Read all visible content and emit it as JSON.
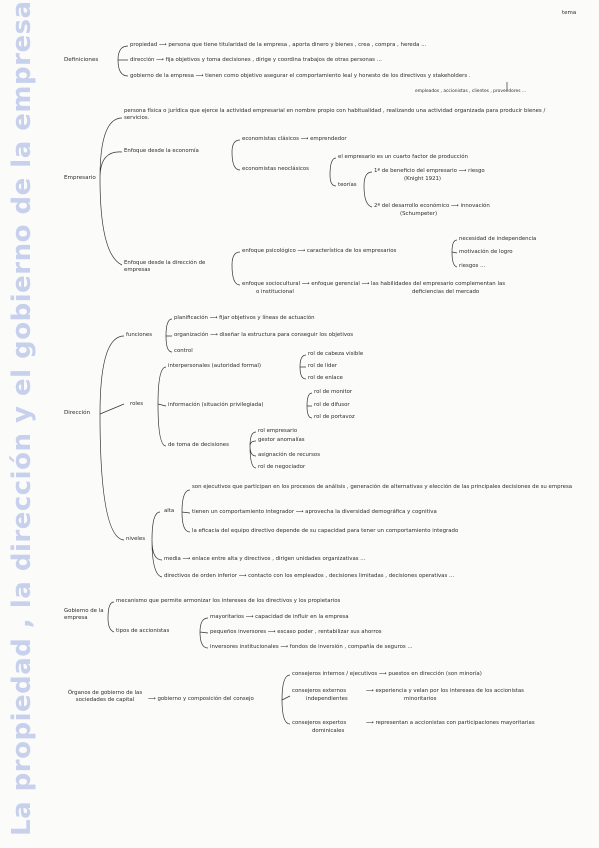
{
  "title": "La propiedad , la dirección y el gobierno de la empresa",
  "tag": "tema",
  "sections": {
    "definiciones": {
      "label": "Definiciones",
      "propiedad": "propiedad ⟶ persona que tiene titularidad de la empresa , aporta dinero y bienes , crea , compra , hereda ...",
      "direccion": "dirección ⟶ fija objetivos y toma decisiones , dirige y coordina trabajos de otras personas ...",
      "gobierno": "gobierno de la empresa ⟶ tienen como objetivo asegurar el comportamiento leal y honesto de los directivos y stakeholders .",
      "stakeholders_note": "empleados , accionistas , clientes , proveedores ..."
    },
    "empresario": {
      "label": "Empresario",
      "definicion": "persona física o jurídica que ejerce la actividad empresarial en nombre propio con habitualidad , realizando una actividad organizada para producir bienes / servicios.",
      "enfoque_economia": "Enfoque desde la economía",
      "clasico": "economistas clásicos ⟶ emprendedor",
      "neoclasicos": "economistas neoclásicos",
      "cuarto_factor": "el empresario es un cuarto factor de producción",
      "teorias": "teorías",
      "knight": "1ª de beneficio del empresario ⟶ riesgo",
      "knight_ref": "(Knight 1921)",
      "schumpeter": "2ª del desarrollo económico ⟶ innovación",
      "schumpeter_ref": "(Schumpeter)",
      "enfoque_direccion": "Enfoque desde la dirección de empresas",
      "psicologico": "enfoque psicológico ⟶ característica de los empresarios",
      "necesidad": "necesidad de independencia",
      "motivacion": "motivación de logro",
      "riesgos": "riesgos ...",
      "sociocultural": "enfoque sociocultural ⟶ enfoque gerencial ⟶ las habilidades del empresario complementan las",
      "sociocultural_2": "o institucional",
      "deficiencias": "deficiencias del mercado"
    },
    "direccion": {
      "label": "Dirección",
      "funciones": "funciones",
      "planificacion": "planificación ⟶ fijar objetivos y líneas de actuación",
      "organizacion": "organización ⟶ diseñar la estructura para conseguir los objetivos",
      "control": "control",
      "roles": "roles",
      "interpersonales": "interpersonales (autoridad formal)",
      "cabeza": "rol de cabeza visible",
      "lider": "rol de líder",
      "enlace": "rol de enlace",
      "informacion": "información (situación privilegiada)",
      "monitor": "rol de monitor",
      "difusor": "rol de difusor",
      "portavoz": "rol de portavoz",
      "decisiones": "de toma de decisiones",
      "rol_empresario": "rol empresario",
      "gestor": "gestor anomalías",
      "asignacion": "asignación de recursos",
      "negociador": "rol de negociador",
      "niveles": "niveles",
      "alta": "alta",
      "alta_1": "son ejecutivos que participan en los procesos de análisis , generación de alternativas y elección de las principales decisiones de su empresa",
      "alta_2": "tienen un comportamiento integrador ⟶ aprovecha la diversidad demográfica y cognitiva",
      "alta_3": "la eficacia del equipo directivo depende de su capacidad para tener un comportamiento integrado",
      "media": "media ⟶ enlace entre alta y directivos , dirigen unidades organizativas ...",
      "inferior": "directivos de orden inferior ⟶ contacto con los empleados , decisiones limitadas , decisiones operativas ..."
    },
    "gobierno": {
      "label": "Gobierno de la empresa",
      "mecanismo": "mecanismo que permite armonizar los intereses de los directivos y los propietarios",
      "tipos": "tipos de accionistas",
      "mayoritarios": "mayoritarios ⟶ capacidad de influir en la empresa",
      "pequenos": "pequeños inversores ⟶ escaso poder , rentabilizar sus ahorros",
      "institucionales": "inversores institucionales ⟶ fondos de inversión , compañía de seguros ..."
    },
    "organos": {
      "label": "Órganos de gobierno de las sociedades de capital",
      "gobierno_composicion": "⟶ gobierno y composición del consejo",
      "internos": "consejeros internos / ejecutivos ⟶ puestos en dirección (son minoría)",
      "externos": "consejeros externos",
      "externos_2": "independientes",
      "externos_desc": "⟶ experiencia y velan por los intereses de los accionistas",
      "externos_desc_2": "minoritarios",
      "expertos": "consejeros expertos",
      "expertos_2": "dominicales",
      "expertos_desc": "⟶ representan a accionistas con participaciones mayoritarias"
    }
  }
}
